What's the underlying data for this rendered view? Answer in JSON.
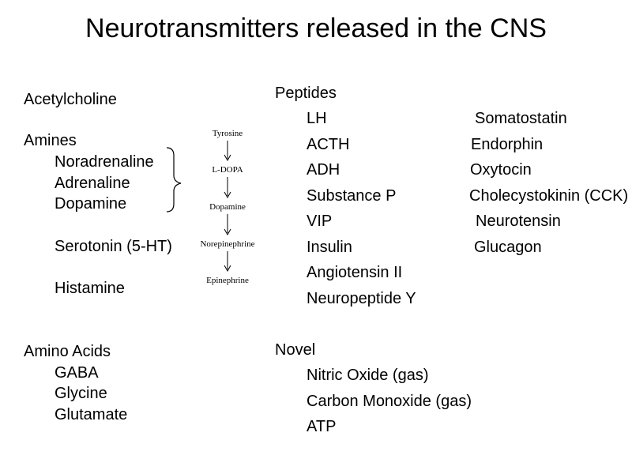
{
  "title": "Neurotransmitters released in the CNS",
  "left_column": {
    "acetylcholine": "Acetylcholine",
    "amines_heading": "Amines",
    "amines": [
      "Noradrenaline",
      "Adrenaline",
      "Dopamine"
    ],
    "serotonin": "Serotonin (5-HT)",
    "histamine": "Histamine",
    "amino_acids_heading": "Amino Acids",
    "amino_acids": [
      "GABA",
      "Glycine",
      "Glutamate"
    ]
  },
  "pathway": {
    "steps": [
      "Tyrosine",
      "L-DOPA",
      "Dopamine",
      "Norepinephrine",
      "Epinephrine"
    ]
  },
  "right_column": {
    "peptides_heading": "Peptides",
    "peptides_left": [
      "LH",
      "ACTH",
      "ADH",
      "Substance P",
      "VIP",
      "Insulin",
      "Angiotensin II",
      "Neuropeptide Y"
    ],
    "peptides_right": [
      "Somatostatin",
      "Endorphin",
      "Oxytocin",
      "Cholecystokinin (CCK)",
      "Neurotensin",
      "Glucagon"
    ],
    "novel_heading": "Novel",
    "novel": [
      "Nitric Oxide (gas)",
      "Carbon Monoxide (gas)",
      "ATP"
    ]
  }
}
